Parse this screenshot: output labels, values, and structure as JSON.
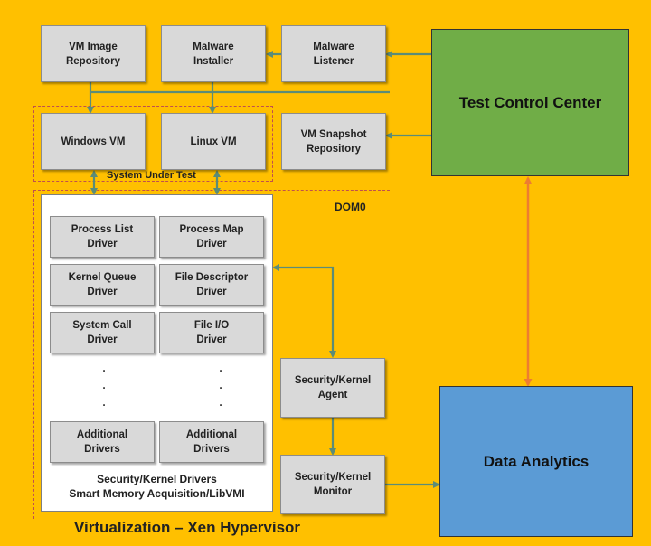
{
  "boxes": {
    "vm_image_repository": "VM Image\nRepository",
    "malware_installer": "Malware\nInstaller",
    "malware_listener": "Malware\nListener",
    "windows_vm": "Windows VM",
    "linux_vm": "Linux VM",
    "vm_snapshot_repository": "VM Snapshot\nRepository",
    "process_list_driver": "Process List\nDriver",
    "process_map_driver": "Process Map\nDriver",
    "kernel_queue_driver": "Kernel Queue\nDriver",
    "file_descriptor_driver": "File Descriptor\nDriver",
    "system_call_driver": "System Call\nDriver",
    "file_io_driver": "File I/O\nDriver",
    "additional_drivers_left": "Additional\nDrivers",
    "additional_drivers_right": "Additional\nDrivers",
    "security_kernel_agent": "Security/Kernel\nAgent",
    "security_kernel_monitor": "Security/Kernel\nMonitor"
  },
  "major_blocks": {
    "test_control_center": "Test Control Center",
    "data_analytics": "Data Analytics"
  },
  "labels": {
    "system_under_test": "System Under Test",
    "dom0": "DOM0",
    "drivers_panel_caption": "Security/Kernel Drivers\nSmart Memory Acquisition/LibVMI",
    "hypervisor": "Virtualization – Xen Hypervisor",
    "ellipsis": ".\n.\n."
  },
  "colors": {
    "background": "#ffc000",
    "test_control_center": "#70ad47",
    "data_analytics": "#5b9bd5",
    "component_box": "#d9d9d9",
    "connector": "#5b8c78",
    "bidirectional_link": "#ed7d31",
    "dashed_border": "#c0504d"
  }
}
